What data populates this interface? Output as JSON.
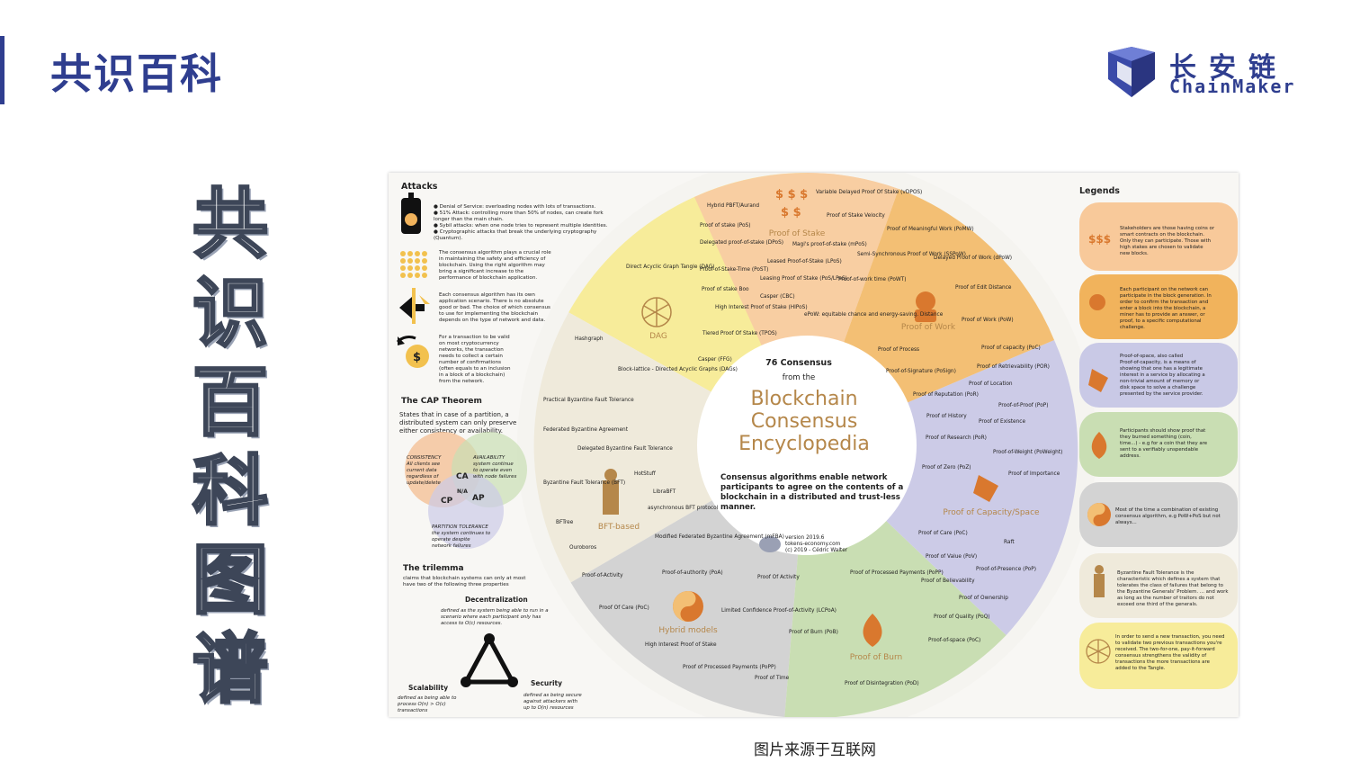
{
  "header": {
    "title": "共识百科",
    "logo_cn": "长安链",
    "logo_en": "ChainMaker"
  },
  "side_title": [
    "共",
    "识",
    "百",
    "科",
    "图",
    "谱"
  ],
  "caption": "图片来源于互联网",
  "colors": {
    "brand": "#2f3e8f",
    "dag": "#f7ec9a",
    "stake": "#f8c99a",
    "work": "#f1b35c",
    "capacity": "#c9c9e6",
    "burn": "#c9deb3",
    "hybrid": "#cfcfcf",
    "bft": "#efeadb"
  },
  "poster": {
    "attacks_title": "Attacks",
    "attacks_lines": [
      "● Denial of Service: overloading nodes with lots of transactions.",
      "● 51% Attack: controlling more than 50% of nodes, can create fork",
      "longer than the main chain.",
      "● Sybil attacks: when one node tries to represent multiple identities.",
      "● Cryptographic attacks that break the underlying cryptography",
      "(Quantum)."
    ],
    "info1": [
      "The consensus algorithm plays a crucial role",
      "in maintaining the safety and efficiency of",
      "blockchain. Using the right algorithm may",
      "bring a significant increase to the",
      "performance of blockchain application."
    ],
    "info2": [
      "Each consensus algorithm has its own",
      "application scenario. There is no absolute",
      "good or bad. The choice of which consensus",
      "to use for implementing the blockchain",
      "depends on the type of network and data."
    ],
    "info3": [
      "For a transaction to be valid",
      "on most cryptocurrency",
      "networks, the transaction",
      "needs to collect a certain",
      "number of confirmations",
      "(often equals to an inclusion",
      "in a block of a blockchain)",
      "from the network."
    ],
    "cap_title": "The CAP Theorem",
    "cap_lines": [
      "States that in case of a partition, a",
      "distributed system can only preserve",
      "either consistency or availability."
    ],
    "cap_consistency": [
      "CONSISTENCY",
      "All clients see",
      "current data",
      "regardless of",
      "update/delete"
    ],
    "cap_availability": [
      "AVAILABILITY",
      "system continue",
      "to operate even",
      "with node failures"
    ],
    "cap_partition": [
      "PARTITION TOLERANCE",
      "the system continues to",
      "operate despite",
      "network failures"
    ],
    "cap_labels": {
      "ca": "CA",
      "cp": "CP",
      "ap": "AP",
      "na": "N/A"
    },
    "trilemma_title": "The trilemma",
    "trilemma_lines": [
      "claims that blockchain systems can only at most",
      "have two of the following three properties"
    ],
    "decentralization": "Decentralization",
    "decentralization_desc": [
      "defined as the system being able to run in a",
      "scenario where each participant only has",
      "access to O(c) resources."
    ],
    "scalability": "Scalability",
    "scalability_desc": [
      "defined as being able to",
      "process O(n) > O(c)",
      "transactions"
    ],
    "security": "Security",
    "security_desc": [
      "defined as being secure",
      "against attackers with",
      "up to O(n) resources"
    ],
    "center": {
      "count": "76 Consensus",
      "from": "from the",
      "l1": "Blockchain",
      "l2": "Consensus",
      "l3": "Encyclopedia",
      "desc": [
        "Consensus algorithms enable network",
        "participants to agree on the contents of a",
        "blockchain in a distributed and trust-less",
        "manner."
      ],
      "version": "version 2019.6",
      "site": "tokens-economy.com",
      "copy": "(c) 2019 - Cédric Walter"
    },
    "categories": {
      "dag": "DAG",
      "stake": "Proof of Stake",
      "work": "Proof of Work",
      "capacity": "Proof of Capacity/Space",
      "burn": "Proof of Burn",
      "hybrid": "Hybrid models",
      "bft": "BFT-based"
    },
    "items_dag": [
      "Direct Acyclic Graph Tangle (DAG)",
      "Hashgraph",
      "Block-lattice - Directed Acyclic Graphs (DAGs)"
    ],
    "items_stake": [
      "Hybrid PBFT/Aurand",
      "Proof of stake (PoS)",
      "Delegated proof-of-stake (DPoS)",
      "Proof-of-Stake-Time (PoST)",
      "Proof of stake Boo",
      "High Interest Proof of Stake (HIPoS)",
      "Tiered Proof Of Stake (TPOS)",
      "Casper (FFG)",
      "Variable Delayed Proof Of Stake (vDPOS)",
      "Proof of Stake Velocity",
      "Magi's proof-of-stake (mPoS)",
      "Leased Proof-of-Stake (LPoS)",
      "Leasing Proof of Stake (PoS/LPoS)",
      "Casper (CBC)"
    ],
    "items_work": [
      "Proof of Meaningful Work (PoMW)",
      "Semi-Synchronous Proof of Work (SSPoW)",
      "Delayed Proof of Work (dPoW)",
      "Proof-of-work time (PoWT)",
      "Proof of Edit Distance",
      "ePoW: equitable chance and energy-saving. Distance",
      "Proof of Work (PoW)"
    ],
    "items_capacity": [
      "Proof of Process",
      "Proof of capacity (PoC)",
      "Proof-of-Signature (PoSign)",
      "Proof of Retrievability (POR)",
      "Proof of Location",
      "Proof of Reputation (PoR)",
      "Proof-of-Proof (PoP)",
      "Proof of History",
      "Proof of Existence",
      "Proof of Research (PoR)",
      "Proof-of-Weight (PoWeight)",
      "Proof of Zero (PoZ)",
      "Proof of Importance",
      "Proof of Care (PoC)",
      "Raft",
      "Proof of Value (PoV)",
      "Proof-of-Presence (PoP)",
      "Proof of Believability",
      "Proof of Ownership",
      "Proof of Quality (PoQ)",
      "Proof-of-space (PoC)"
    ],
    "items_burn": [
      "Proof of Processed Payments (PoPP)",
      "Proof of Burn (PoB)",
      "Proof of Time",
      "Proof of Disintegration (PoD)"
    ],
    "items_hybrid": [
      "Proof-of-Activity",
      "Proof-of-authority (PoA)",
      "Proof Of Activity",
      "Proof Of Care (PoC)",
      "Limited Confidence Proof-of-Activity (LCPoA)",
      "High Interest Proof of Stake",
      "Proof of Processed Payments (PoPP)"
    ],
    "items_bft": [
      "Practical Byzantine Fault Tolerance",
      "Federated Byzantine Agreement",
      "Delegated Byzantine Fault Tolerance",
      "HotStuff",
      "Byzantine Fault Tolerance (BFT)",
      "LibraBFT",
      "asynchronous BFT protocol",
      "BFTree",
      "Ouroboros",
      "Modified Federated Byzantine Agreement (mFBA)"
    ],
    "legends_title": "Legends",
    "legend1": [
      "Stakeholders are those having coins or",
      "smart contracts on the blockchain.",
      "Only they can participate. Those with",
      "high stakes are chosen to validate",
      "new blocks."
    ],
    "legend2": [
      "Each participant on the network can",
      "participate in the block generation. In",
      "order to confirm the transaction and",
      "enter a block into the blockchain, a",
      "miner has to provide an answer, or",
      "proof, to a specific computational",
      "challenge."
    ],
    "legend3": [
      "Proof-of-space, also called",
      "Proof-of-capacity, is a means of",
      "showing that one has a legitimate",
      "interest in a service by allocating a",
      "non-trivial amount of memory or",
      "disk space to solve a challenge",
      "presented by the service provider."
    ],
    "legend4": [
      "Participants should show proof that",
      "they burned something (coin,",
      "time...) - e.g for a coin that they are",
      "sent to a verifiably unspendable",
      "address."
    ],
    "legend5": [
      "Most of the time a combination of existing",
      "consensus algorithm, e.g PoW+PoS but not",
      "always..."
    ],
    "legend6": [
      "Byzantine Fault Tolerance is the",
      "characteristic which defines a system that",
      "tolerates the class of failures that belong to",
      "the Byzantine Generals' Problem. ... and work",
      "as long as the number of traitors do not",
      "exceed one third of the generals."
    ],
    "legend7": [
      "In order to send a new transaction, you need",
      "to validate two previous transactions you're",
      "received. The two-for-one, pay-it-forward",
      "consensus strengthens the validity of",
      "transactions the more transactions are",
      "added to the Tangle."
    ]
  }
}
